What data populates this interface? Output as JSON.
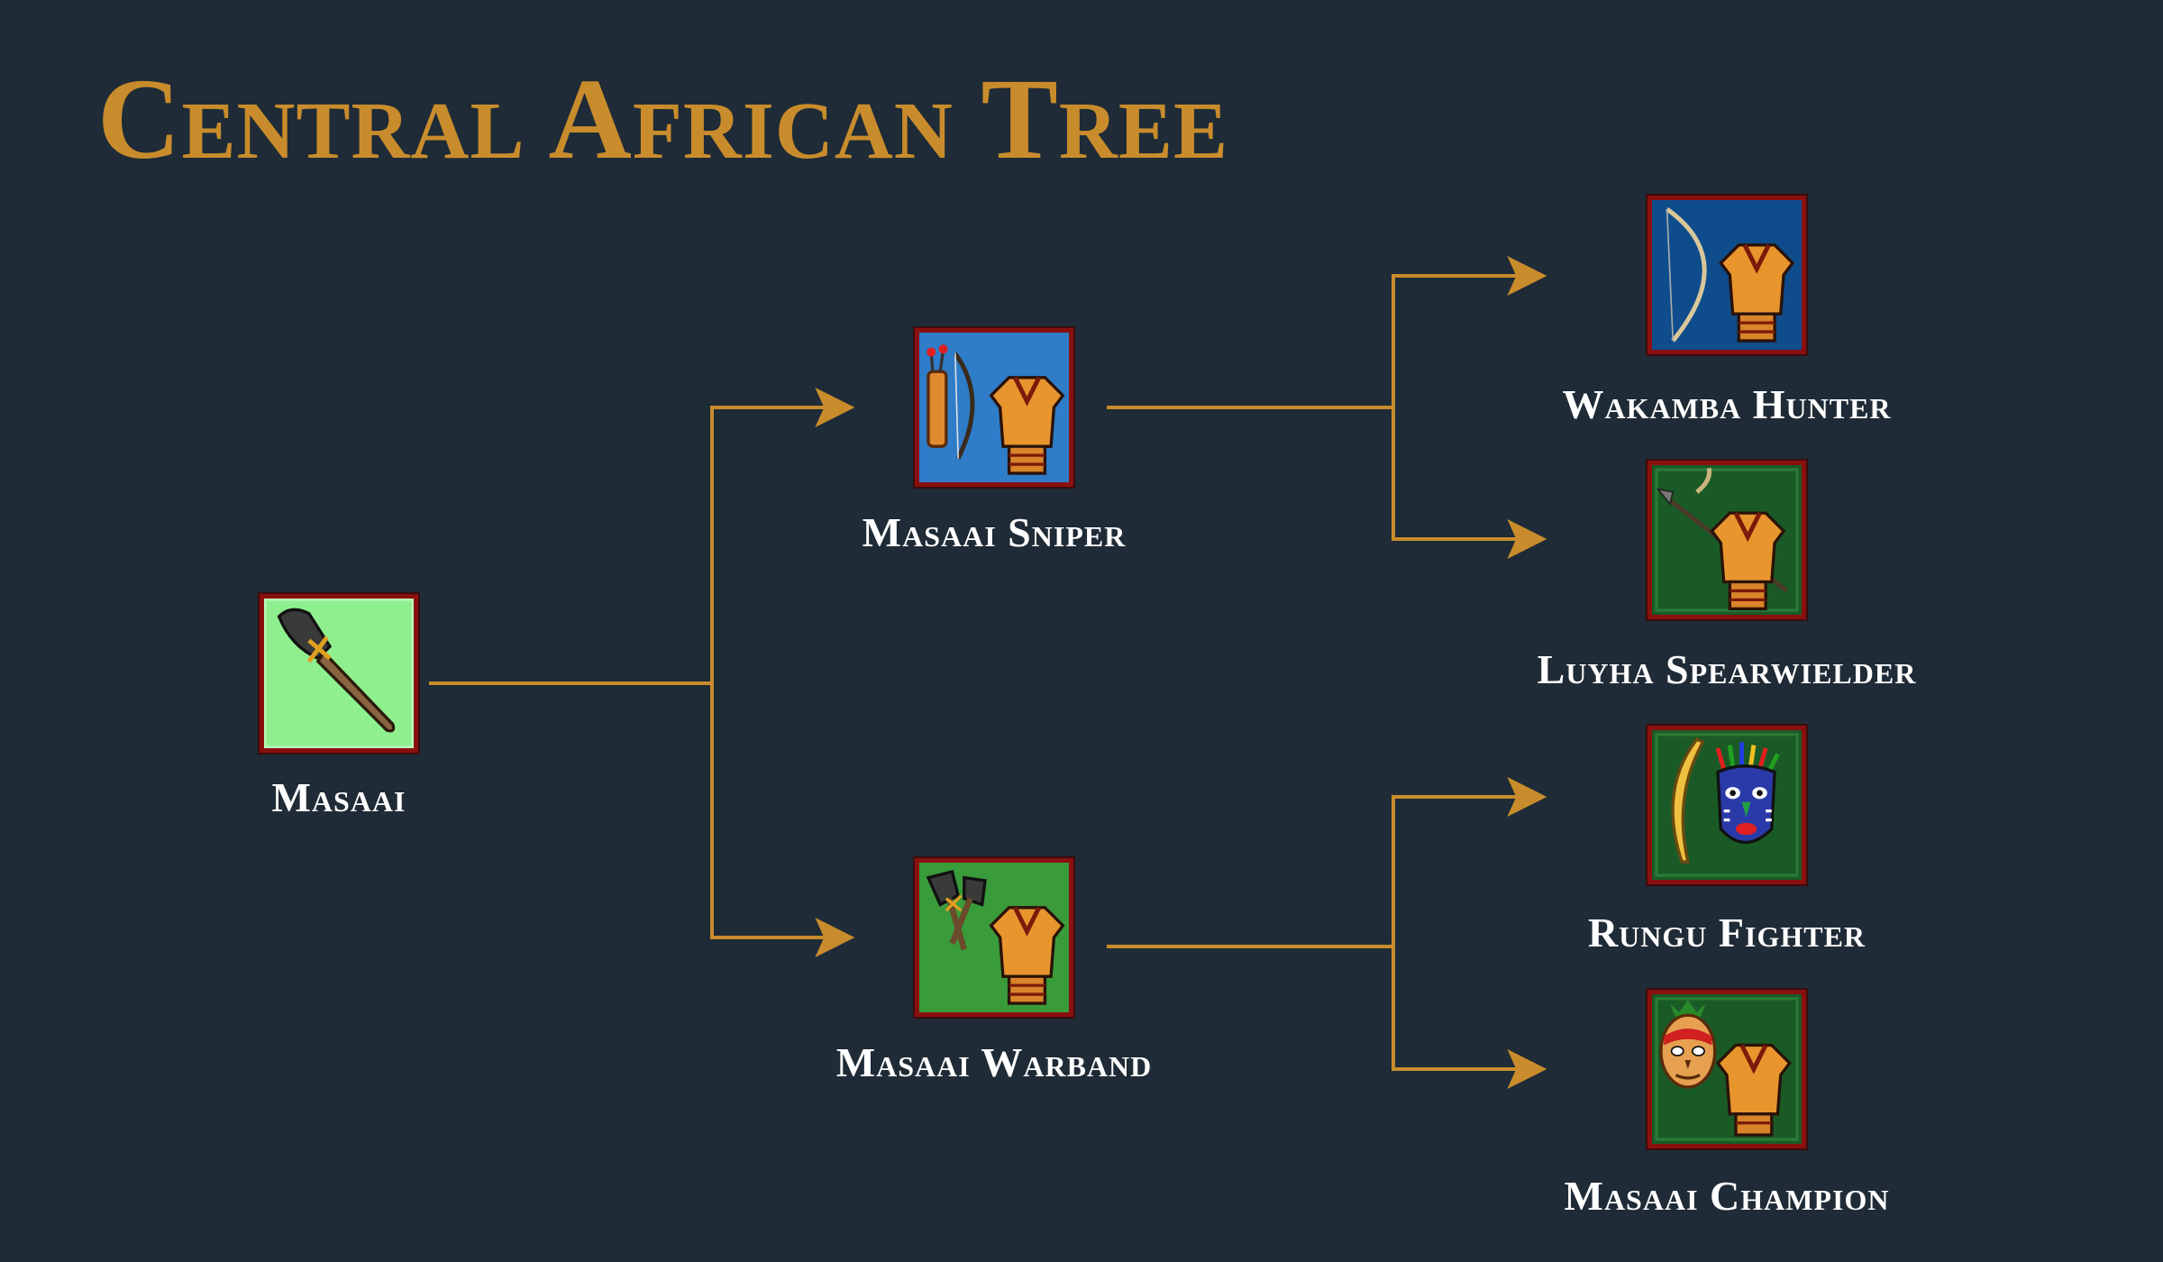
{
  "title": "Central African Tree",
  "colors": {
    "background": "#1f2b36",
    "title": "#c98c2c",
    "connector": "#c98c2c",
    "icon_border": "#8a1010",
    "label": "#ffffff"
  },
  "units": {
    "masaai": {
      "label": "Masaai",
      "icon": "spear-icon",
      "icon_bg": "#8fef8f"
    },
    "masaai_sniper": {
      "label": "Masaai Sniper",
      "icon": "bow-quiver-warrior-icon",
      "icon_bg": "#2f7cc8"
    },
    "masaai_warband": {
      "label": "Masaai Warband",
      "icon": "axes-warrior-icon",
      "icon_bg": "#3a9b3a"
    },
    "wakamba_hunter": {
      "label": "Wakamba Hunter",
      "icon": "longbow-warrior-icon",
      "icon_bg": "#0f4c8c"
    },
    "luyha_spearwielder": {
      "label": "Luyha Spearwielder",
      "icon": "spear-warrior-icon",
      "icon_bg": "#1a5a26"
    },
    "rungu_fighter": {
      "label": "Rungu Fighter",
      "icon": "tribal-mask-sword-icon",
      "icon_bg": "#1a5a26"
    },
    "masaai_champion": {
      "label": "Masaai Champion",
      "icon": "mask-warrior-icon",
      "icon_bg": "#1a5a26"
    }
  },
  "edges": [
    [
      "masaai",
      "masaai_sniper"
    ],
    [
      "masaai",
      "masaai_warband"
    ],
    [
      "masaai_sniper",
      "wakamba_hunter"
    ],
    [
      "masaai_sniper",
      "luyha_spearwielder"
    ],
    [
      "masaai_warband",
      "rungu_fighter"
    ],
    [
      "masaai_warband",
      "masaai_champion"
    ]
  ]
}
